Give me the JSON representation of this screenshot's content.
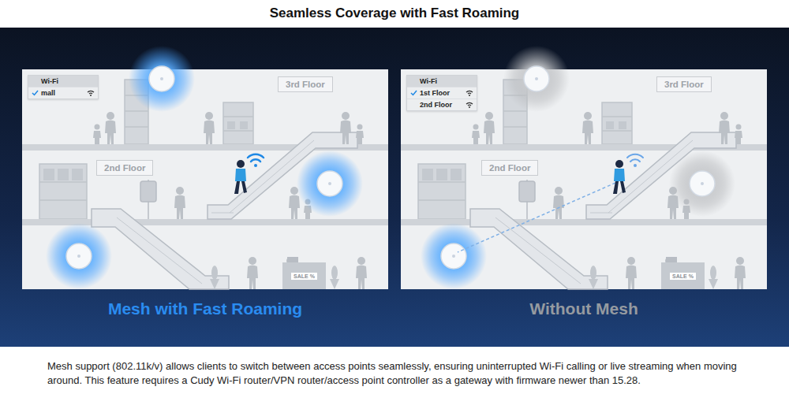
{
  "diagram": {
    "title": "Seamless Coverage with Fast Roaming",
    "caption": "Mesh support (802.11k/v) allows clients to switch between access points seamlessly, ensuring uninterrupted Wi-Fi calling or live streaming when moving around. This feature requires a Cudy Wi-Fi router/VPN router/access point controller as a gateway with firmware newer than 15.28.",
    "nodes": [
      {
        "text": [
          "Mesh with Fast Roaming"
        ]
      },
      {
        "text": [
          "Wi-Fi",
          "mall"
        ],
        "in": 0
      },
      {
        "text": [
          "3rd Floor"
        ],
        "in": 0
      },
      {
        "text": [
          "2nd Floor"
        ],
        "in": 0
      },
      {
        "text": [
          "Without Mesh"
        ]
      },
      {
        "text": [
          "Wi-Fi",
          "1st Floor",
          "2nd Floor"
        ],
        "in": 4
      },
      {
        "text": [
          "3rd Floor"
        ],
        "in": 4
      },
      {
        "text": [
          "2nd Floor"
        ],
        "in": 4
      }
    ],
    "labels": [
      "SALE %",
      "SALE %"
    ]
  }
}
